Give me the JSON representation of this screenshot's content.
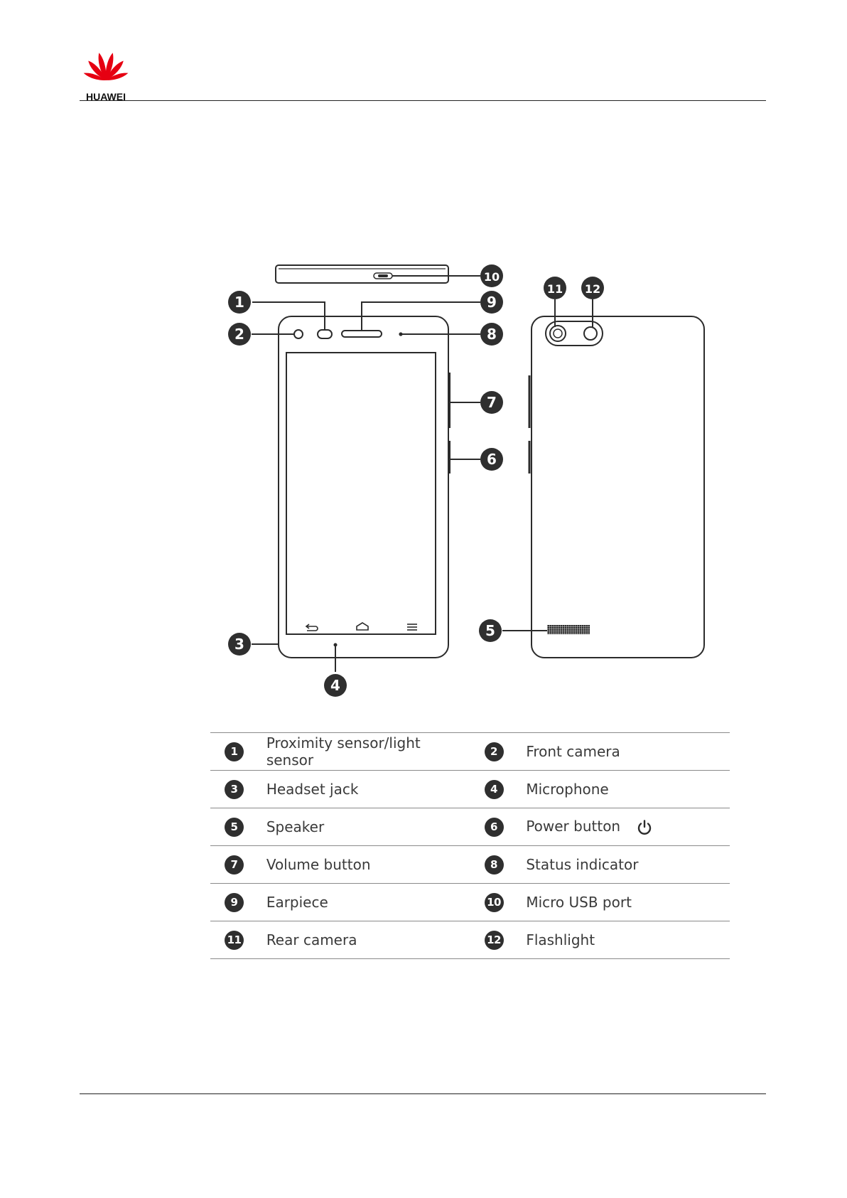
{
  "header": {
    "brand": "HUAWEI",
    "brand_color": "#e60012"
  },
  "diagram": {
    "callouts": [
      "1",
      "2",
      "3",
      "4",
      "5",
      "6",
      "7",
      "8",
      "9",
      "10",
      "11",
      "12"
    ]
  },
  "legend": {
    "rows": [
      [
        {
          "num": "1",
          "label": "Proximity sensor/light sensor"
        },
        {
          "num": "2",
          "label": "Front camera"
        }
      ],
      [
        {
          "num": "3",
          "label": "Headset jack"
        },
        {
          "num": "4",
          "label": "Microphone"
        }
      ],
      [
        {
          "num": "5",
          "label": "Speaker"
        },
        {
          "num": "6",
          "label": "Power button",
          "icon": "power-icon"
        }
      ],
      [
        {
          "num": "7",
          "label": "Volume button"
        },
        {
          "num": "8",
          "label": "Status indicator"
        }
      ],
      [
        {
          "num": "9",
          "label": "Earpiece"
        },
        {
          "num": "10",
          "label": "Micro USB port"
        }
      ],
      [
        {
          "num": "11",
          "label": "Rear camera"
        },
        {
          "num": "12",
          "label": "Flashlight"
        }
      ]
    ]
  }
}
